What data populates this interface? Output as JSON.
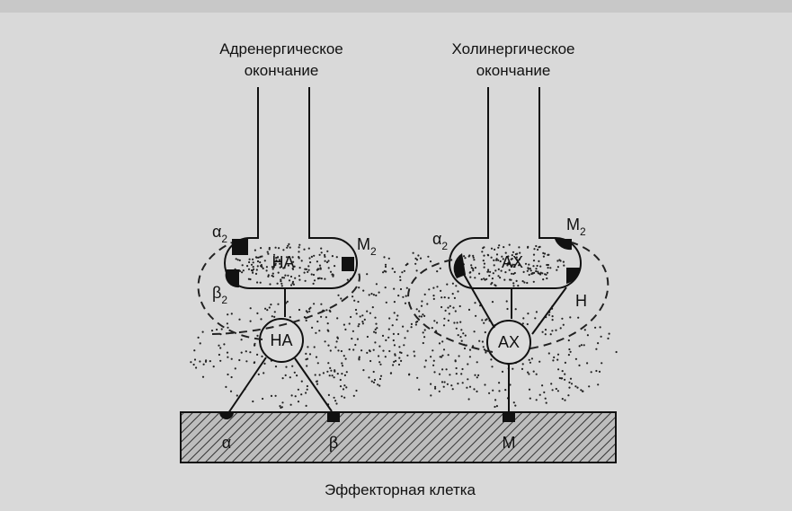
{
  "labels": {
    "adrenergic_line1": "Адренергическое",
    "adrenergic_line2": "окончание",
    "cholinergic_line1": "Холинергическое",
    "cholinergic_line2": "окончание",
    "effector": "Эффекторная клетка",
    "na": "НА",
    "ach": "АХ",
    "alpha": "α",
    "beta": "β",
    "m": "M",
    "h": "Н",
    "two": "2"
  },
  "colors": {
    "background": "#d9d9d9",
    "ink": "#111111",
    "cell_fill": "#a9a9a9"
  }
}
